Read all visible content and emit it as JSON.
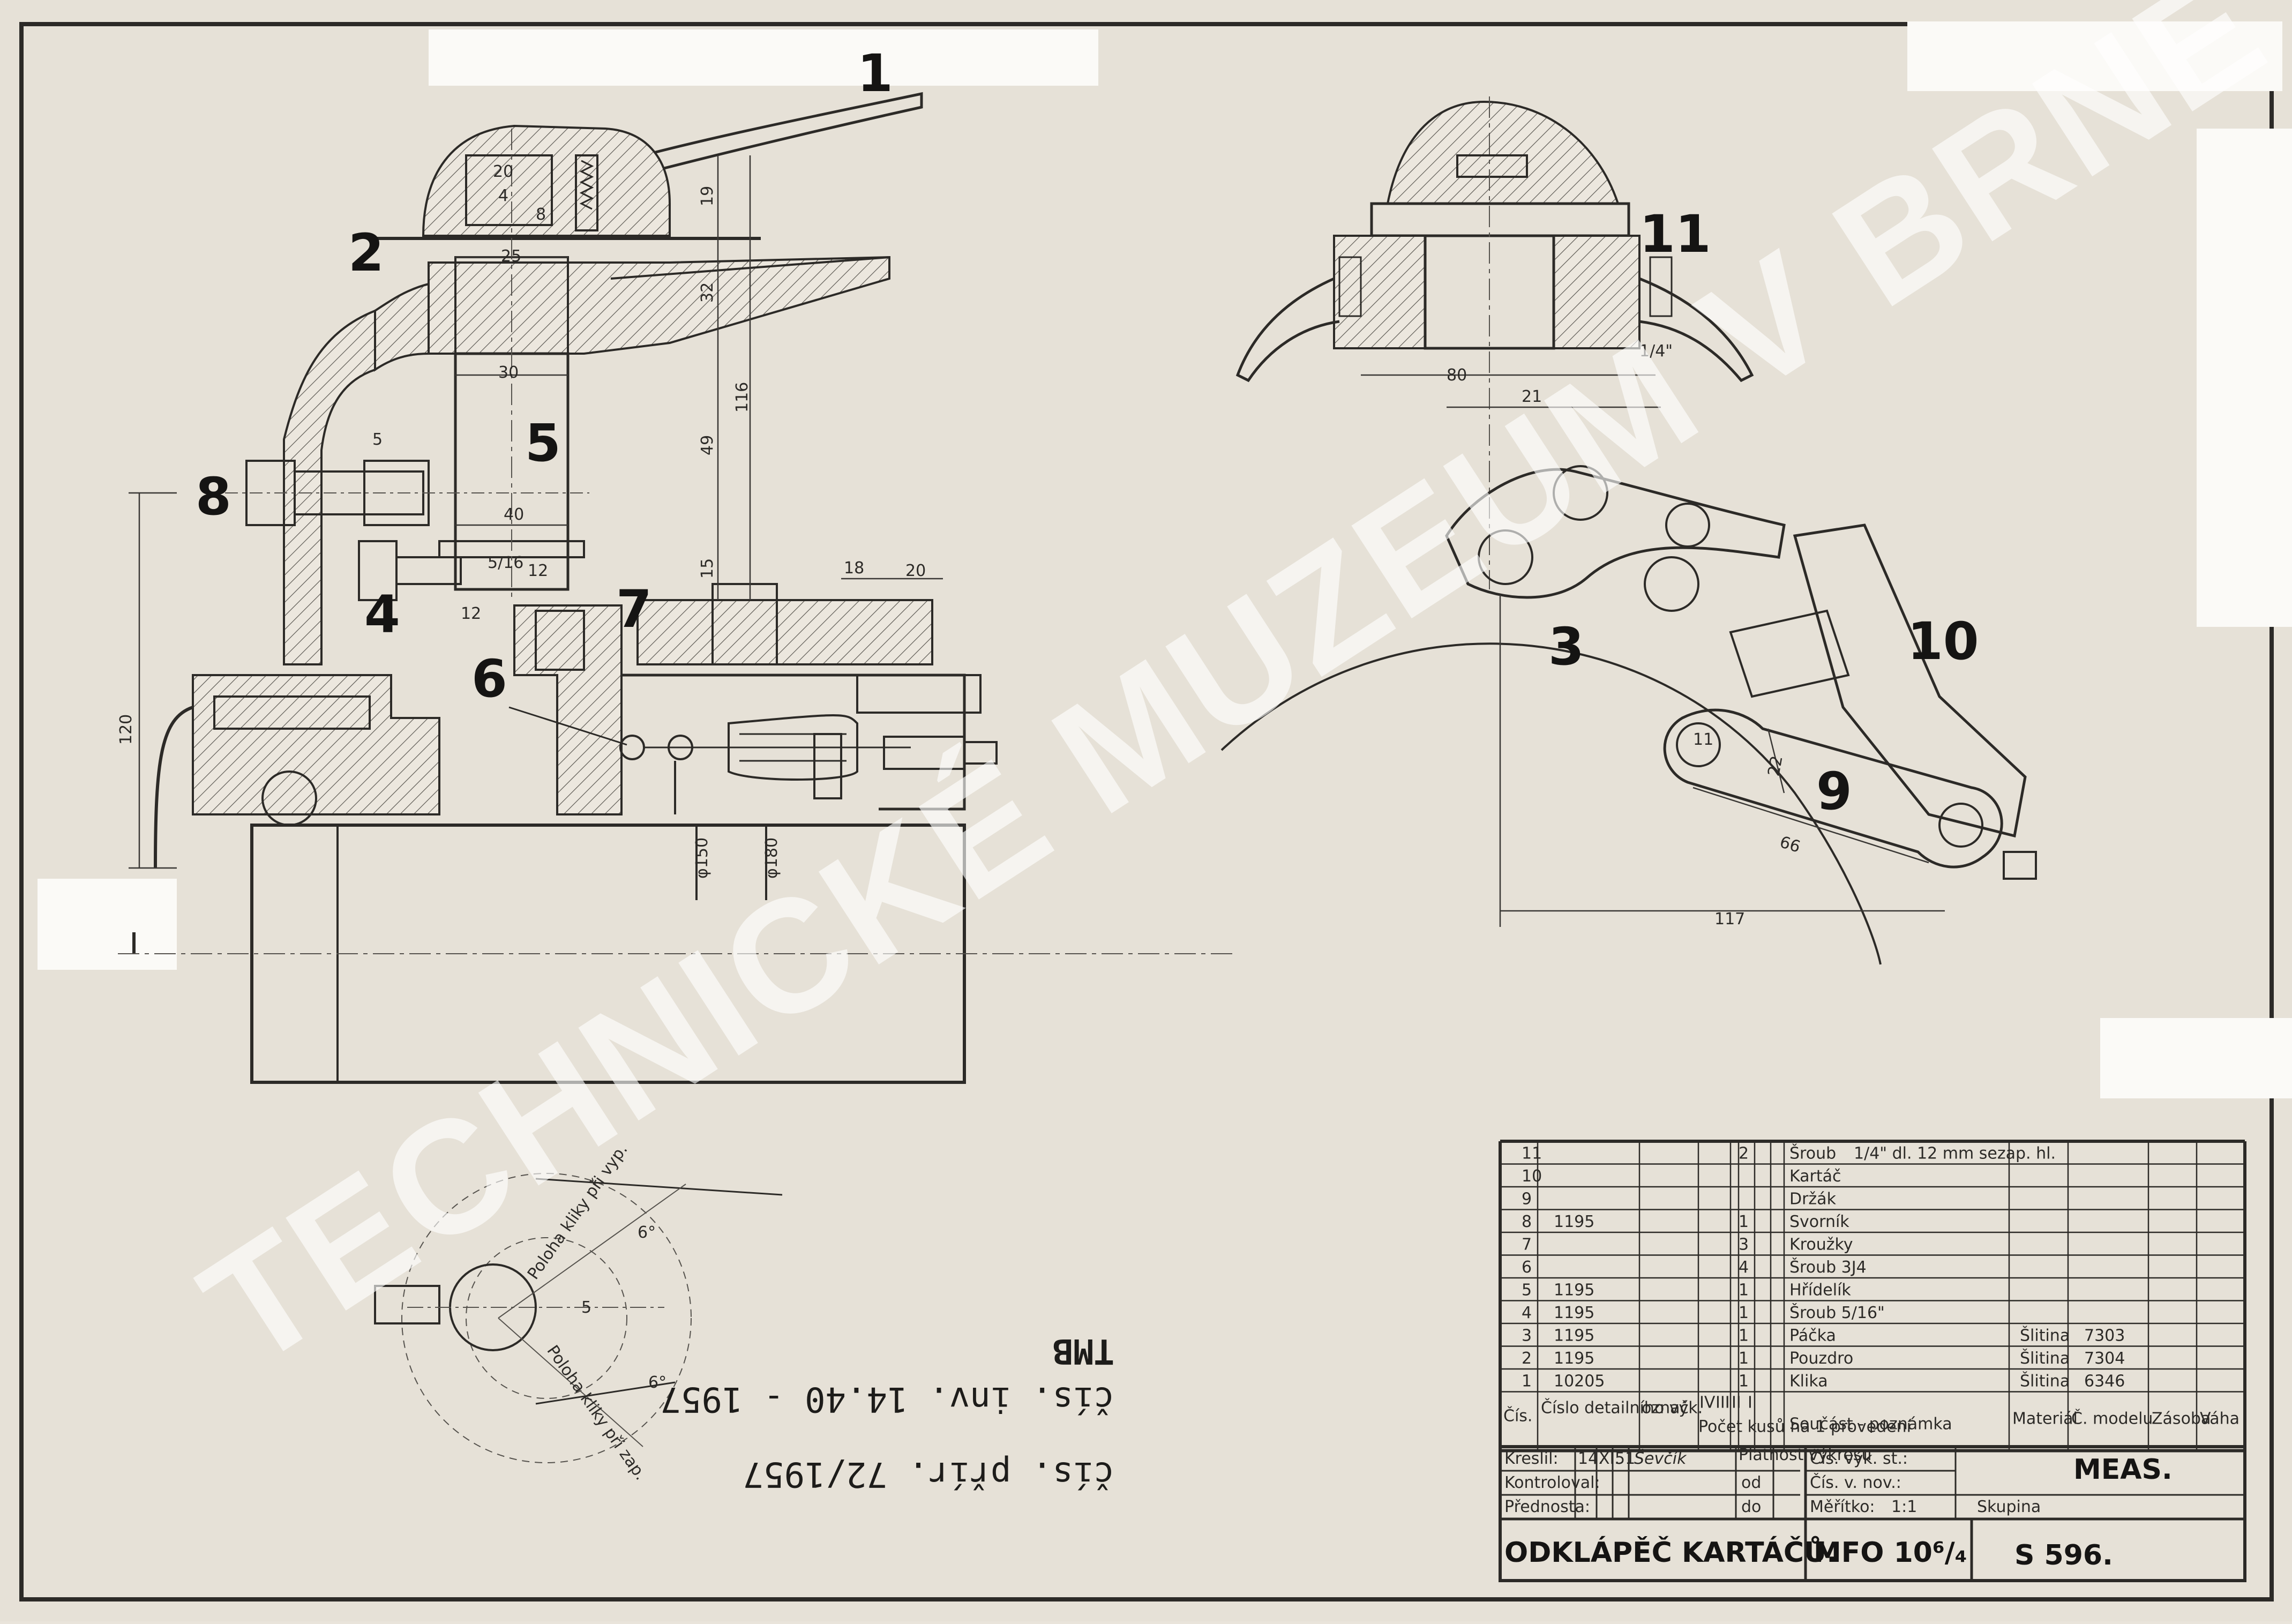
{
  "watermark": "TECHNICKÉ MUZEUM V BRNĚ",
  "part_labels": [
    "1",
    "2",
    "3",
    "4",
    "5",
    "6",
    "7",
    "8",
    "9",
    "10",
    "11"
  ],
  "dimensions": {
    "d20": "20",
    "d4": "4",
    "d8": "8",
    "d19": "19",
    "d25": "25",
    "d32": "32",
    "d30": "30",
    "d116": "116",
    "d49": "49",
    "d40": "40",
    "d15": "15",
    "d5": "5",
    "d5_16": "5/16",
    "d12a": "12",
    "d12b": "12",
    "d18": "18",
    "d20b": "20",
    "d120": "120",
    "d150": "φ150",
    "d180": "φ180",
    "d80": "80",
    "d21": "21",
    "d14": "1/4\"",
    "d11": "11",
    "d22": "22",
    "d66": "66",
    "d117": "117",
    "a6a": "6°",
    "a6b": "6°",
    "a5": "5"
  },
  "position_labels": {
    "vyp": "Poloha kliky při vyp.",
    "zap": "Poloha kliky při zap."
  },
  "handwritten": {
    "tmb": "TMB",
    "inv": "čís. inv. 14.40 - 1957",
    "prir": "čís. přír. 72/1957"
  },
  "bom": {
    "rows": [
      {
        "no": "11",
        "detail": "",
        "pcs": "2",
        "name": "Šroub",
        "note": "1/4\" dl. 12 mm sezap. hl.",
        "material": "",
        "model": ""
      },
      {
        "no": "10",
        "detail": "",
        "pcs": "",
        "name": "Kartáč",
        "note": "",
        "material": "",
        "model": ""
      },
      {
        "no": "9",
        "detail": "",
        "pcs": "",
        "name": "Držák",
        "note": "",
        "material": "",
        "model": ""
      },
      {
        "no": "8",
        "detail": "1195",
        "pcs": "1",
        "name": "Svorník",
        "note": "",
        "material": "",
        "model": ""
      },
      {
        "no": "7",
        "detail": "",
        "pcs": "3",
        "name": "Kroužky",
        "note": "",
        "material": "",
        "model": ""
      },
      {
        "no": "6",
        "detail": "",
        "pcs": "4",
        "name": "Šroub 3J4",
        "note": "",
        "material": "",
        "model": ""
      },
      {
        "no": "5",
        "detail": "1195",
        "pcs": "1",
        "name": "Hřídelík",
        "note": "",
        "material": "",
        "model": ""
      },
      {
        "no": "4",
        "detail": "1195",
        "pcs": "1",
        "name": "Šroub 5/16\"",
        "note": "",
        "material": "",
        "model": ""
      },
      {
        "no": "3",
        "detail": "1195",
        "pcs": "1",
        "name": "Páčka",
        "note": "",
        "material": "Šlitina",
        "model": "7303"
      },
      {
        "no": "2",
        "detail": "1195",
        "pcs": "1",
        "name": "Pouzdro",
        "note": "",
        "material": "Šlitina",
        "model": "7304"
      },
      {
        "no": "1",
        "detail": "10205",
        "pcs": "1",
        "name": "Klika",
        "note": "",
        "material": "Šlitina",
        "model": "6346"
      }
    ],
    "headers": {
      "no": "Čís.",
      "detail": "Číslo detailního výk.",
      "oznac": "označ",
      "roman": [
        "IV",
        "III",
        "II",
        "I"
      ],
      "count": "Počet kusů na 1 provedení",
      "name": "Součást - poznámka",
      "material": "Materiál",
      "model": "Č. modelu",
      "stock": "Zásoba",
      "weight": "Váha"
    }
  },
  "title_block": {
    "kreslil": "Kreslil:",
    "kreslil_day": "14.",
    "kreslil_month": "XI.",
    "kreslil_year": "51",
    "kreslil_name": "Ševčík",
    "kontroloval": "Kontroloval:",
    "prednosta": "Přednosta:",
    "platnost": "Platnost výkresu",
    "od": "od",
    "do": "do",
    "cis_vyk": "Čís. výk. st.:",
    "cis_v_nov": "Čís. v. nov.:",
    "meritko": "Měřítko:",
    "meritko_val": "1:1",
    "skupina": "Skupina",
    "company": "MEAS.",
    "title": "ODKLÁPĚČ KARTÁČŮ.",
    "type": "MFO 10⁶/₄",
    "number": "S 596."
  }
}
